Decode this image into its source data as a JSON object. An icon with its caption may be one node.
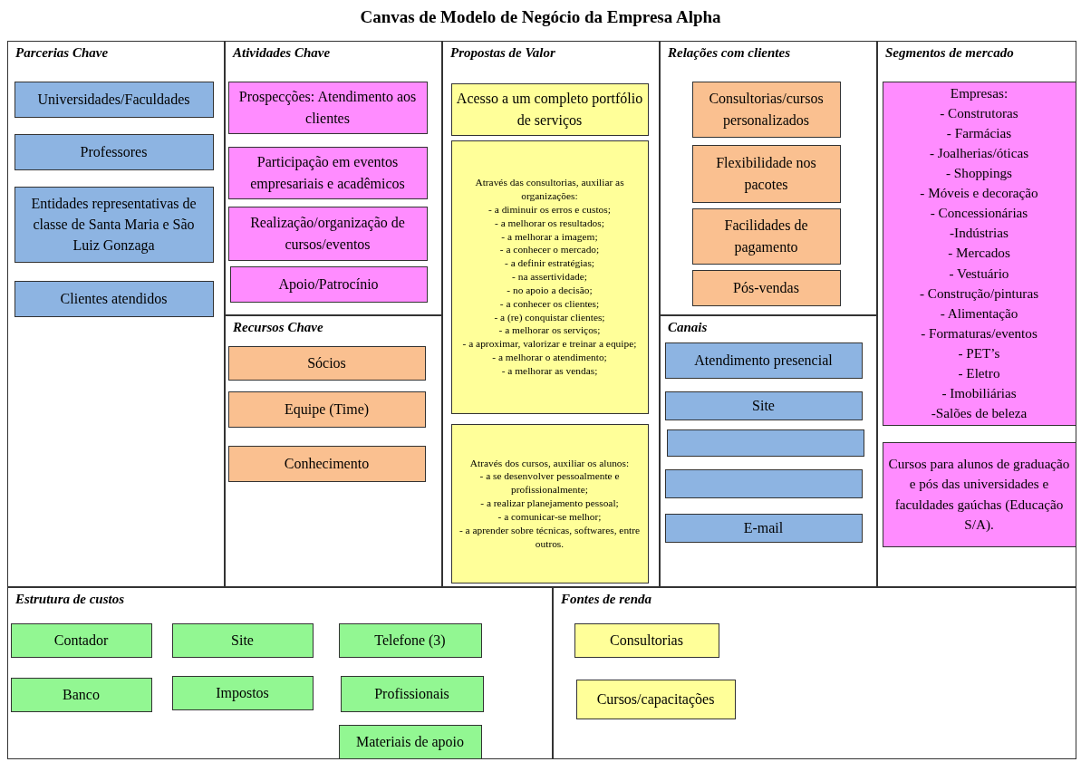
{
  "diagram": {
    "title": "Canvas de Modelo de Negócio da Empresa Alpha",
    "nodes": [
      {
        "text": [
          "Parcerias Chave"
        ]
      },
      {
        "text": [
          "Universidades/Faculdades"
        ],
        "in": 0
      },
      {
        "text": [
          "Professores"
        ],
        "in": 0
      },
      {
        "text": [
          "Entidades representativas de classe de Santa Maria e São Luiz Gonzaga"
        ],
        "in": 0
      },
      {
        "text": [
          "Clientes atendidos"
        ],
        "in": 0
      },
      {
        "text": [
          "Atividades Chave"
        ]
      },
      {
        "text": [
          "Prospecções: Atendimento aos clientes"
        ],
        "in": 5
      },
      {
        "text": [
          "Participação em eventos empresariais e acadêmicos"
        ],
        "in": 5
      },
      {
        "text": [
          "Realização/organização de cursos/eventos"
        ],
        "in": 5
      },
      {
        "text": [
          "Apoio/Patrocínio"
        ],
        "in": 5
      },
      {
        "text": [
          "Recursos Chave"
        ]
      },
      {
        "text": [
          "Sócios"
        ],
        "in": 10
      },
      {
        "text": [
          "Equipe (Time)"
        ],
        "in": 10
      },
      {
        "text": [
          "Conhecimento"
        ],
        "in": 10
      },
      {
        "text": [
          "Propostas de Valor"
        ]
      },
      {
        "text": [
          "Acesso a um completo portfólio de serviços"
        ],
        "in": 14
      },
      {
        "text": [
          "Através das consultorias, auxiliar as organizações:",
          "- a diminuir os erros e custos;",
          "- a melhorar os resultados;",
          "- a melhorar a imagem;",
          "- a conhecer o mercado;",
          "- a definir estratégias;",
          "- na assertividade;",
          "- no apoio a decisão;",
          "- a conhecer os clientes;",
          "- a (re) conquistar clientes;",
          "- a melhorar os serviços;",
          "- a aproximar, valorizar e treinar a equipe;",
          "- a melhorar o atendimento;",
          "- a melhorar as vendas;"
        ],
        "in": 14
      },
      {
        "text": [
          "Através dos cursos, auxiliar os alunos:",
          "- a se desenvolver pessoalmente e profissionalmente;",
          "- a realizar planejamento pessoal;",
          "- a comunicar-se melhor;",
          "- a aprender sobre técnicas, softwares, entre outros."
        ],
        "in": 14
      },
      {
        "text": [
          "Relações com clientes"
        ]
      },
      {
        "text": [
          "Consultorias/cursos personalizados"
        ],
        "in": 18
      },
      {
        "text": [
          "Flexibilidade nos pacotes"
        ],
        "in": 18
      },
      {
        "text": [
          "Facilidades de pagamento"
        ],
        "in": 18
      },
      {
        "text": [
          "Pós-vendas"
        ],
        "in": 18
      },
      {
        "text": [
          "Canais"
        ]
      },
      {
        "text": [
          "Atendimento presencial"
        ],
        "in": 23
      },
      {
        "text": [
          "Site"
        ],
        "in": 23
      },
      {
        "text": [],
        "shape": "box",
        "in": 23
      },
      {
        "text": [],
        "shape": "box",
        "in": 23
      },
      {
        "text": [
          "E-mail"
        ],
        "in": 23
      },
      {
        "text": [
          "Segmentos de mercado"
        ]
      },
      {
        "text": [
          "Empresas:",
          "- Construtoras",
          "- Farmácias",
          "- Joalherias/óticas",
          "- Shoppings",
          "- Móveis e decoração",
          "- Concessionárias",
          "-Indústrias",
          "- Mercados",
          "- Vestuário",
          "- Construção/pinturas",
          "- Alimentação",
          "- Formaturas/eventos",
          "- PET’s",
          "- Eletro",
          "- Imobiliárias",
          "-Salões de beleza"
        ],
        "in": 29
      },
      {
        "text": [
          "Cursos para alunos de graduação e pós das universidades e faculdades gaúchas (Educação S/A)."
        ],
        "in": 29
      },
      {
        "text": [
          "Estrutura de custos"
        ]
      },
      {
        "text": [
          "Contador"
        ],
        "in": 32
      },
      {
        "text": [
          "Site"
        ],
        "in": 32
      },
      {
        "text": [
          "Telefone (3)"
        ],
        "in": 32
      },
      {
        "text": [
          "Banco"
        ],
        "in": 32
      },
      {
        "text": [
          "Impostos"
        ],
        "in": 32
      },
      {
        "text": [
          "Profissionais"
        ],
        "in": 32
      },
      {
        "text": [
          "Materiais de apoio"
        ],
        "in": 32
      },
      {
        "text": [
          "Fontes de renda"
        ]
      },
      {
        "text": [
          "Consultorias"
        ],
        "in": 40
      },
      {
        "text": [
          "Cursos/capacitações"
        ],
        "in": 40
      }
    ]
  }
}
